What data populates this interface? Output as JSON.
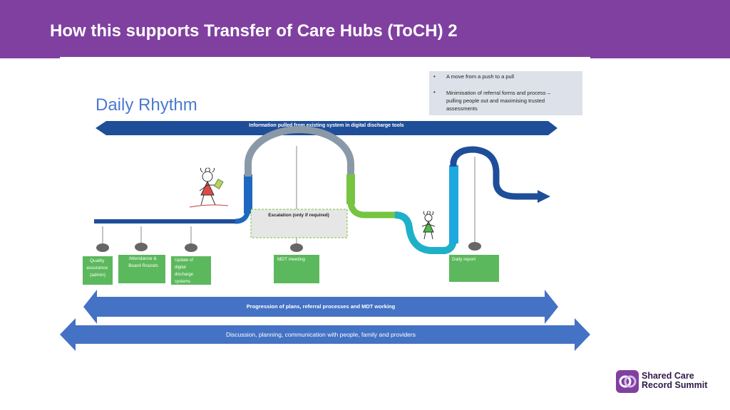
{
  "header": {
    "title": "How this supports Transfer of Care Hubs (ToCH) 2"
  },
  "diagram": {
    "title": "Daily Rhythm",
    "bullets": [
      [
        "A move from a push to a pull"
      ],
      [
        "Minimisation of referral forms and process –",
        "pulling people out and maximising trusted",
        "assessments"
      ]
    ],
    "top_arrow": "Information pulled from existing system in digital discharge tools",
    "escalation": "Escalation (only if required)",
    "boxes": [
      {
        "lines": [
          "Quality",
          "assurance",
          "(admin)"
        ]
      },
      {
        "lines": [
          "Attendance &",
          "Board Rounds"
        ]
      },
      {
        "lines": [
          "Update of",
          "digital",
          "discharge",
          "systems"
        ]
      },
      {
        "lines": [
          "MDT meeting"
        ]
      },
      {
        "lines": [
          "Daily report"
        ]
      }
    ],
    "progression_arrow": "Progression of plans, referral processes and MDT working",
    "discussion_arrow": "Discussion, planning, communication with people, family and providers"
  },
  "logo": {
    "line1": "Shared Care",
    "line2": "Record Summit"
  },
  "colors": {
    "header": "#8040a0",
    "dark_blue": "#1f4e99",
    "mid_blue": "#4472c4",
    "box_green": "#5cb85c",
    "path_green": "#76c442",
    "teal": "#1eb0c8",
    "light_blue": "#1ea8e0",
    "grey": "#8a99a8",
    "bullet_bg": "#dde1e9"
  }
}
